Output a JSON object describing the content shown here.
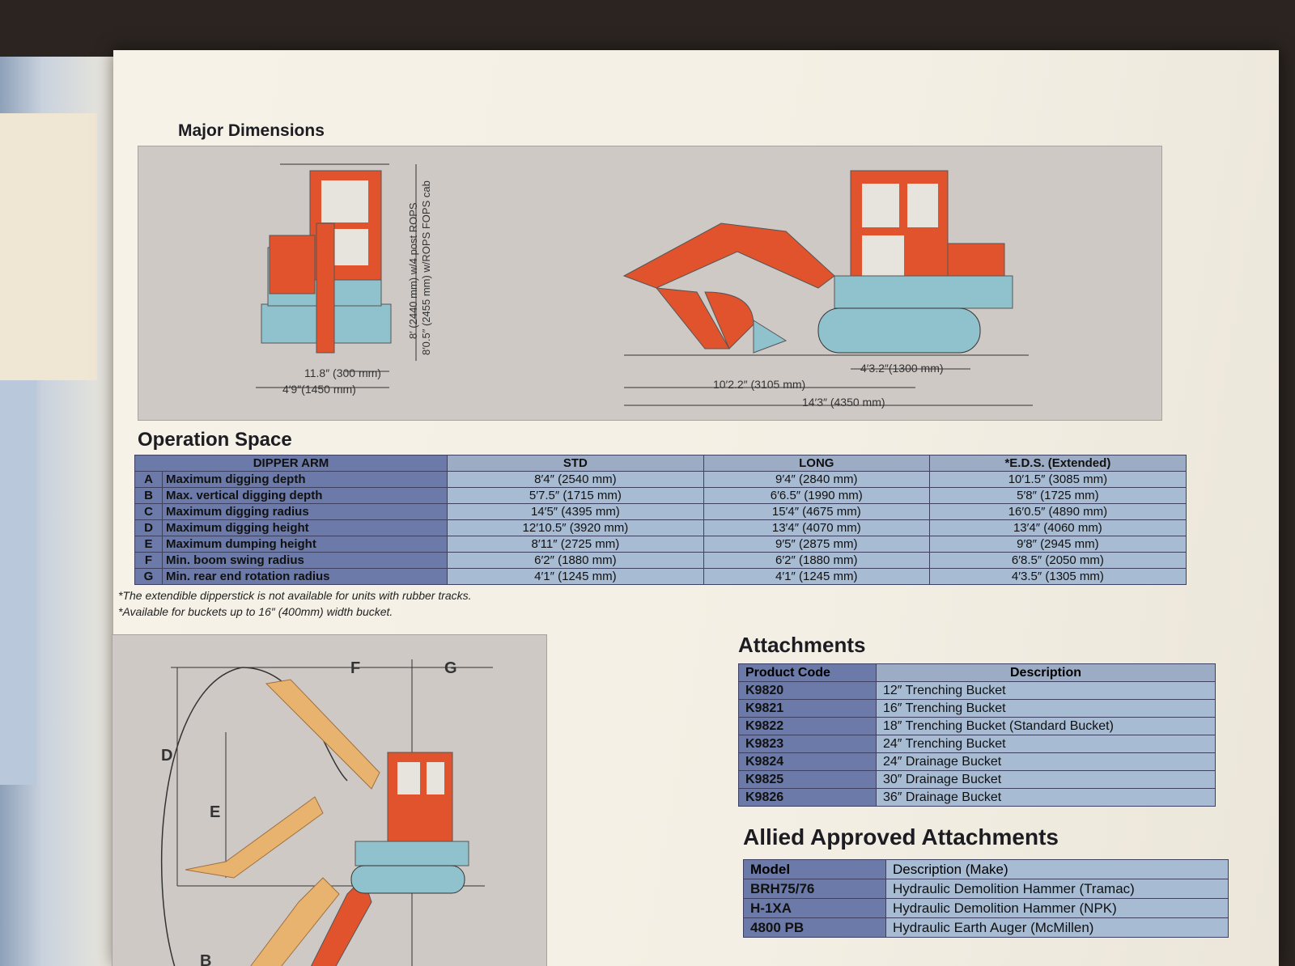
{
  "major_dimensions": {
    "title": "Major Dimensions",
    "front_height_rops": "8′ (2440 mm) w/4 post ROPS",
    "front_height_cab": "8′0.5″ (2455 mm) w/ROPS FOPS cab",
    "track_shoe_width": "11.8″ (300 mm)",
    "overall_width": "4′9″(1450 mm)",
    "track_length": "4′3.2″(1300 mm)",
    "transport_length_a": "10′2.2″ (3105 mm)",
    "overall_length": "14′3″ (4350 mm)"
  },
  "operation_space": {
    "title": "Operation Space",
    "headers": [
      "DIPPER ARM",
      "STD",
      "LONG",
      "*E.D.S. (Extended)"
    ],
    "rows": [
      {
        "letter": "A",
        "item": "Maximum digging depth",
        "std": "8′4″ (2540 mm)",
        "long": "9′4″ (2840 mm)",
        "eds": "10′1.5″ (3085 mm)"
      },
      {
        "letter": "B",
        "item": "Max. vertical digging depth",
        "std": "5′7.5″ (1715 mm)",
        "long": "6′6.5″ (1990 mm)",
        "eds": "5′8″ (1725 mm)"
      },
      {
        "letter": "C",
        "item": "Maximum digging radius",
        "std": "14′5″ (4395 mm)",
        "long": "15′4″ (4675 mm)",
        "eds": "16′0.5″ (4890 mm)"
      },
      {
        "letter": "D",
        "item": "Maximum digging height",
        "std": "12′10.5″ (3920 mm)",
        "long": "13′4″ (4070 mm)",
        "eds": "13′4″ (4060 mm)"
      },
      {
        "letter": "E",
        "item": "Maximum dumping height",
        "std": "8′11″ (2725 mm)",
        "long": "9′5″ (2875 mm)",
        "eds": "9′8″ (2945 mm)"
      },
      {
        "letter": "F",
        "item": "Min. boom swing radius",
        "std": "6′2″ (1880 mm)",
        "long": "6′2″ (1880 mm)",
        "eds": "6′8.5″ (2050 mm)"
      },
      {
        "letter": "G",
        "item": "Min. rear end rotation radius",
        "std": "4′1″ (1245 mm)",
        "long": "4′1″ (1245 mm)",
        "eds": "4′3.5″ (1305 mm)"
      }
    ],
    "note_1": "*The extendible dipperstick is not available for units with rubber tracks.",
    "note_2": "*Available for buckets up to 16″ (400mm) width bucket.",
    "diagram_letters": {
      "d": "D",
      "e": "E",
      "f": "F",
      "g": "G",
      "b": "B"
    }
  },
  "attachments": {
    "title": "Attachments",
    "headers": [
      "Product Code",
      "Description"
    ],
    "rows": [
      {
        "code": "K9820",
        "desc": "12″ Trenching Bucket"
      },
      {
        "code": "K9821",
        "desc": "16″ Trenching Bucket"
      },
      {
        "code": "K9822",
        "desc": "18″ Trenching Bucket (Standard Bucket)"
      },
      {
        "code": "K9823",
        "desc": "24″ Trenching Bucket"
      },
      {
        "code": "K9824",
        "desc": "24″ Drainage Bucket"
      },
      {
        "code": "K9825",
        "desc": "30″ Drainage Bucket"
      },
      {
        "code": "K9826",
        "desc": "36″ Drainage Bucket"
      }
    ]
  },
  "allied": {
    "title": "Allied Approved Attachments",
    "headers": [
      "Model",
      "Description (Make)"
    ],
    "rows": [
      {
        "model": "BRH75/76",
        "desc": "Hydraulic Demolition Hammer (Tramac)"
      },
      {
        "model": "H-1XA",
        "desc": "Hydraulic Demolition Hammer (NPK)"
      },
      {
        "model": "4800 PB",
        "desc": "Hydraulic Earth Auger (McMillen)"
      }
    ]
  },
  "colors": {
    "machine_orange": "#e0532c",
    "machine_blue": "#8fc2cc",
    "table_dark": "#6b7aa8",
    "table_light": "#a7bbd3",
    "panel_gray": "#cfc9c6"
  }
}
